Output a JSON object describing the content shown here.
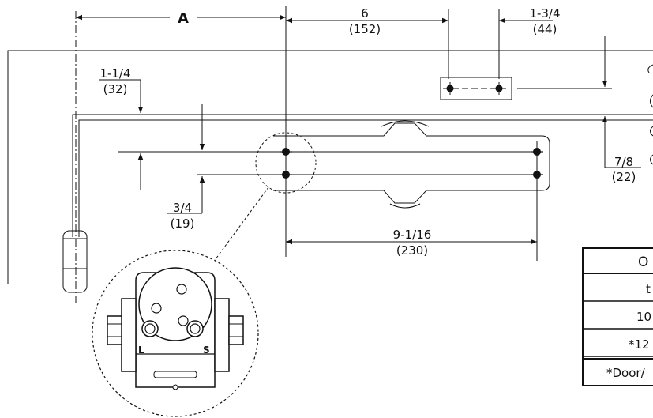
{
  "dimensions": {
    "a_label": "A",
    "d6_in": "6",
    "d6_mm": "(152)",
    "d134_in": "1-3/4",
    "d134_mm": "(44)",
    "d114_in": "1-1/4",
    "d114_mm": "(32)",
    "d78_in": "7/8",
    "d78_mm": "(22)",
    "d34_in": "3/4",
    "d34_mm": "(19)",
    "d9116_in": "9-1/16",
    "d9116_mm": "(230)"
  },
  "closer_detail": {
    "left_label": "L",
    "right_label": "S"
  },
  "table": {
    "header": "O",
    "rows": [
      "t",
      "10",
      "*12",
      "*Door/"
    ]
  }
}
